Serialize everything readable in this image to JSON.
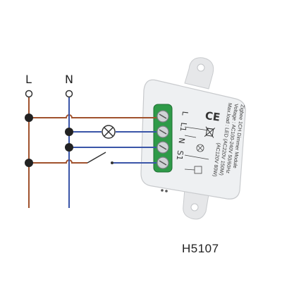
{
  "diagram": {
    "line_labels": {
      "live": "L",
      "neutral": "N"
    },
    "model_label": "H5107",
    "device": {
      "title": "Zigbee 1CH Dimmer Module",
      "voltage": "Voltage : AC100-240V 50/60Hz",
      "max_load": "Max.load : LED (AC220V 150W)",
      "max_load_2": "(AC120V 80W)",
      "terminals": [
        "L",
        "L1",
        "N",
        "S1"
      ]
    },
    "colors": {
      "live_wire": "#a0522d",
      "neutral_wire": "#3a55a8",
      "device_body": "#ecedef",
      "terminal_block": "#2e9a48"
    }
  }
}
